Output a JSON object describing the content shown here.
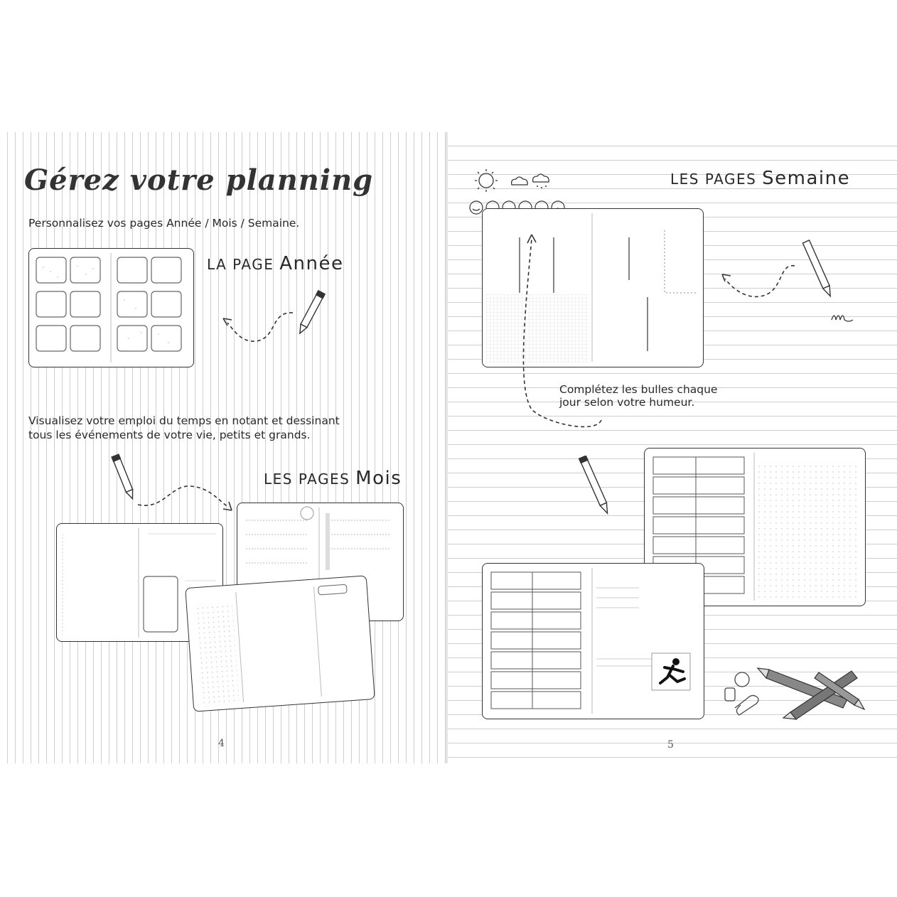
{
  "left_page": {
    "title": "Gérez votre planning",
    "intro": "Personnalisez vos pages Année / Mois / Semaine.",
    "annee_heading": {
      "prefix": "la page ",
      "emph": "Année"
    },
    "mois_text_line1": "Visualisez votre emploi du temps en notant et dessinant",
    "mois_text_line2": "tous les événements de votre vie, petits et grands.",
    "mois_heading": {
      "prefix": "les pages ",
      "emph": "Mois"
    },
    "page_number": "4"
  },
  "right_page": {
    "semaine_heading": {
      "prefix": "les pages ",
      "emph": "Semaine"
    },
    "bulles_line1": "Complétez les bulles chaque",
    "bulles_line2": "jour selon votre humeur.",
    "page_number": "5"
  }
}
